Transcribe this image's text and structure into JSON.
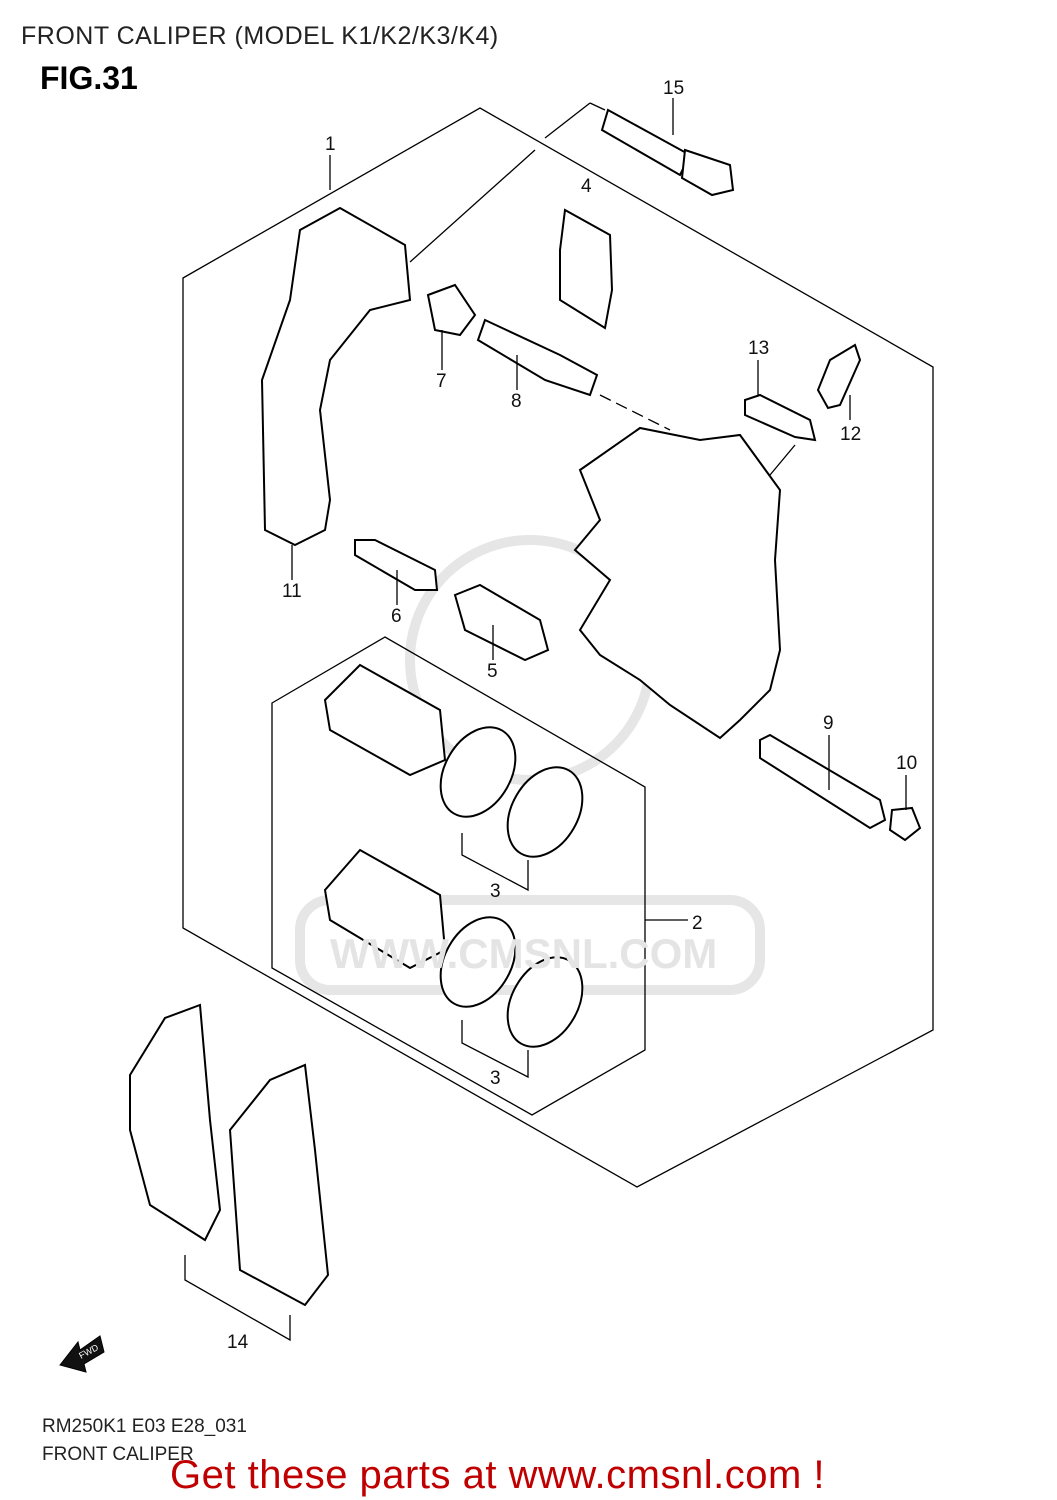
{
  "header": {
    "title": "FRONT CALIPER (MODEL K1/K2/K3/K4)",
    "figure": "FIG.31"
  },
  "callouts": [
    "15",
    "1",
    "4",
    "13",
    "7",
    "8",
    "12",
    "11",
    "6",
    "5",
    "9",
    "10",
    "3",
    "2",
    "3",
    "14"
  ],
  "fwd_label": "FWD",
  "watermark": "WWW.CMSNL.COM",
  "footer": {
    "code": "RM250K1 E03 E28_031",
    "name": "FRONT CALIPER",
    "promo": "Get these parts at www.cmsnl.com !",
    "promo_color": "#c00000"
  }
}
